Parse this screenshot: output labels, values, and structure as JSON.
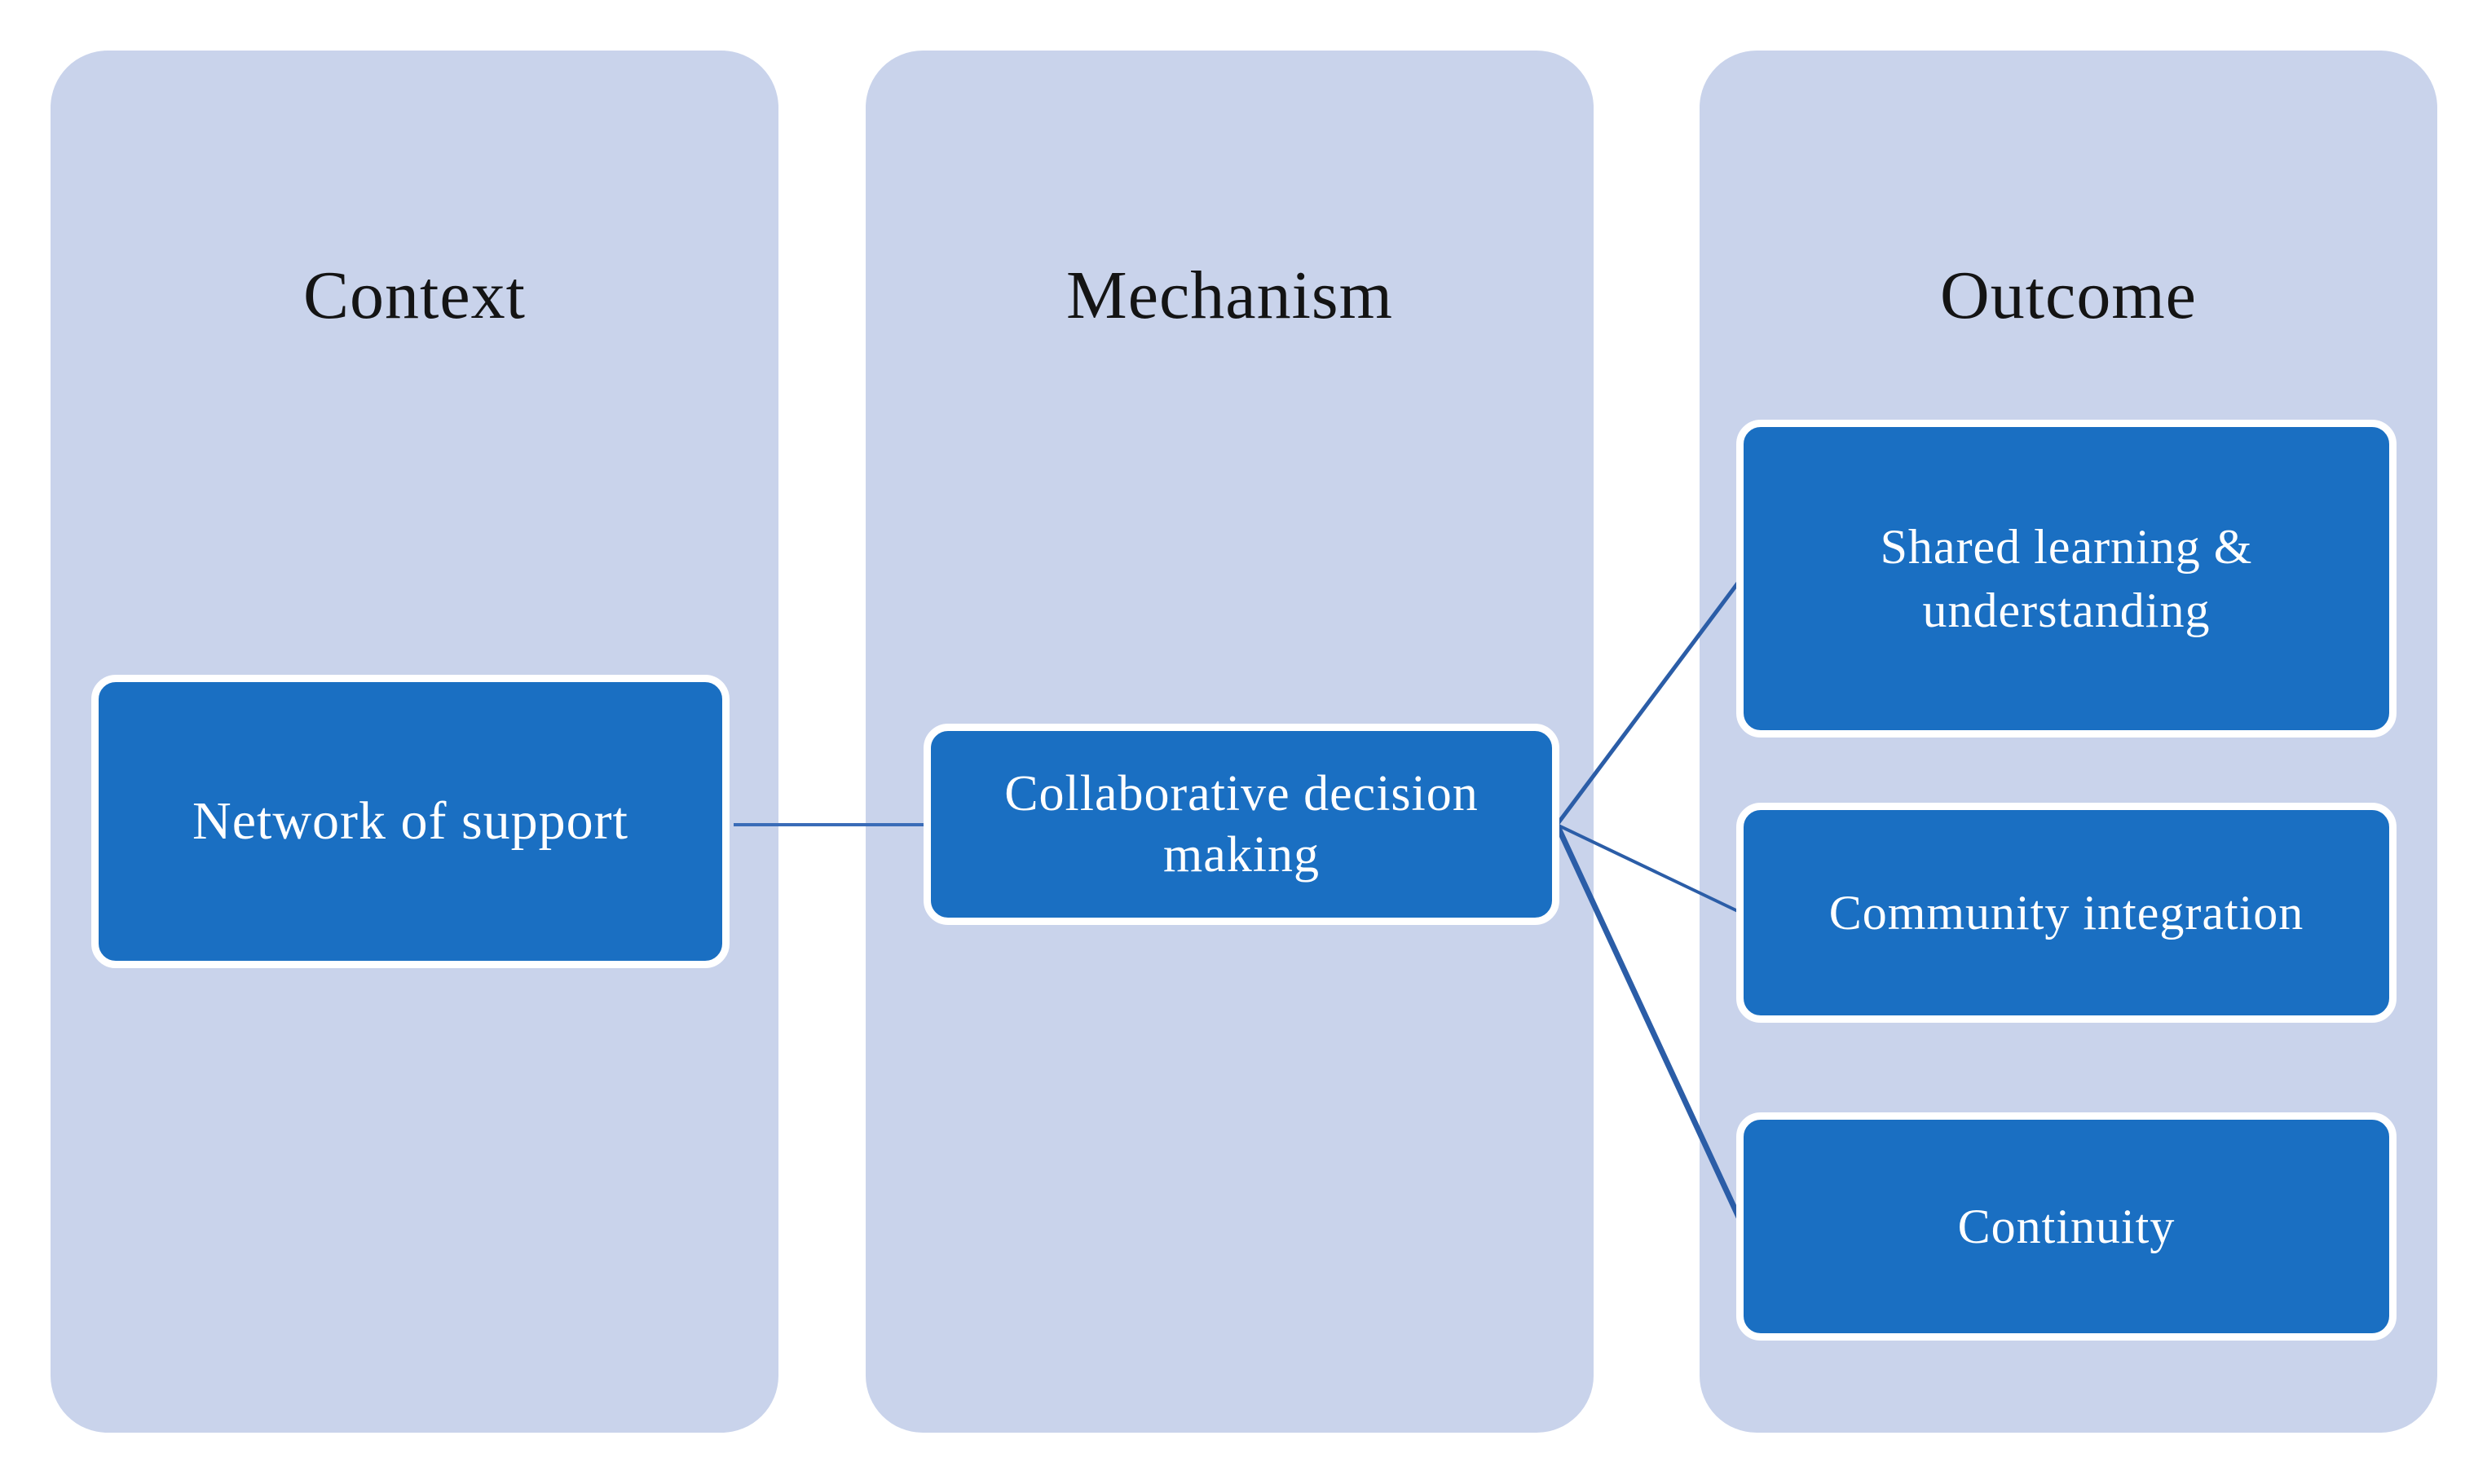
{
  "figure_type": "context-mechanism-outcome diagram",
  "columns": {
    "context": {
      "title": "Context"
    },
    "mechanism": {
      "title": "Mechanism"
    },
    "outcome": {
      "title": "Outcome"
    }
  },
  "nodes": {
    "network": {
      "label": "Network of support",
      "column": "context"
    },
    "collaborative": {
      "label": "Collaborative decision making",
      "column": "mechanism"
    },
    "shared": {
      "label": "Shared learning & understanding",
      "column": "outcome"
    },
    "community": {
      "label": "Community integration",
      "column": "outcome"
    },
    "continuity": {
      "label": "Continuity",
      "column": "outcome"
    }
  },
  "edges": [
    {
      "from": "network",
      "to": "collaborative"
    },
    {
      "from": "collaborative",
      "to": "shared"
    },
    {
      "from": "collaborative",
      "to": "community"
    },
    {
      "from": "collaborative",
      "to": "continuity"
    }
  ],
  "colors": {
    "panel": "#C9D3EB",
    "node_fill": "#1A6FC2",
    "node_border": "#FFFFFF",
    "node_text": "#FFFFFF",
    "title_text": "#141414",
    "connector_context_mechanism": "#3A6CB8",
    "fan_line": "#2B5DA7",
    "background": "#FFFFFF"
  }
}
